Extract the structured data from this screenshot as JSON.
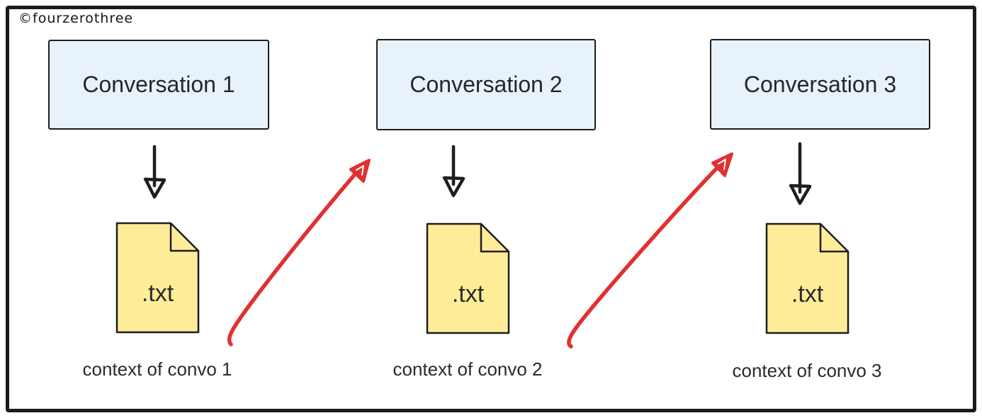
{
  "watermark": "©fourzerothree",
  "colors": {
    "box_fill": "#e7f2fb",
    "file_fill": "#ffec99",
    "stroke": "#1e1e1e",
    "red_arrow": "#e03131",
    "text": "#26262b",
    "frame": "#1b1b1b"
  },
  "columns": [
    {
      "title": "Conversation 1",
      "file_type": ".txt",
      "caption": "context of convo 1"
    },
    {
      "title": "Conversation 2",
      "file_type": ".txt",
      "caption": "context of convo 2"
    },
    {
      "title": "Conversation 3",
      "file_type": ".txt",
      "caption": "context of convo 3"
    }
  ]
}
